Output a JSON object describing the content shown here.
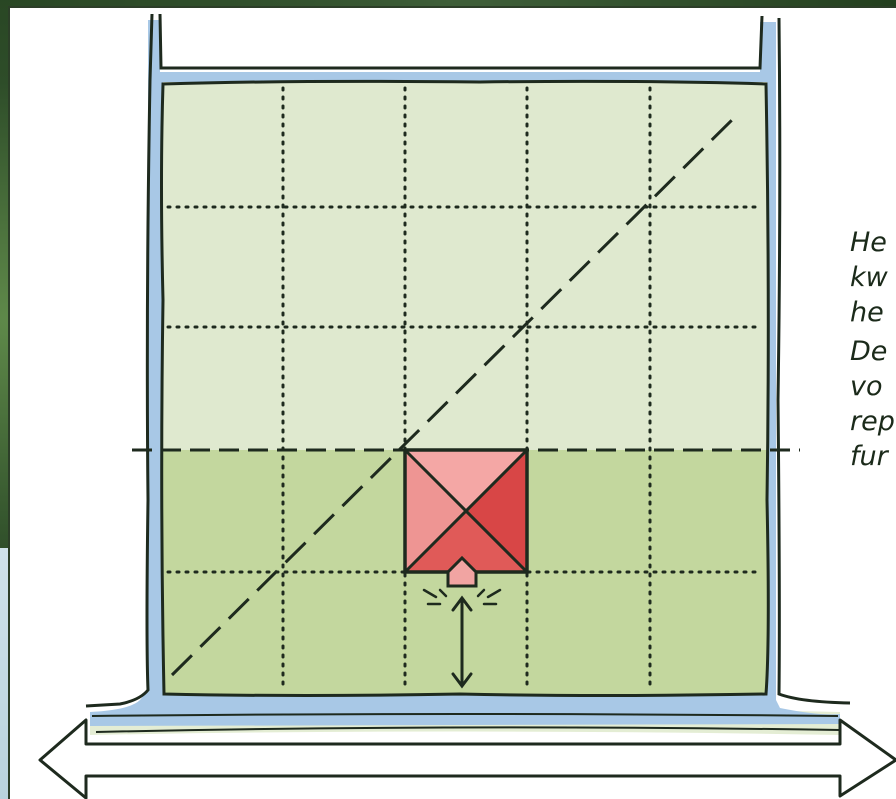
{
  "colors": {
    "ditch_water": "#a8c8e6",
    "field_back": "#dfe9cf",
    "field_front": "#c3d79e",
    "house_light": "#ef9a9a",
    "house_dark": "#d94a4a",
    "line": "#1e2a1e",
    "road": "#e4edd4"
  },
  "icons": {
    "house": "house-roof-icon",
    "door": "door-icon",
    "light_rays": "light-rays-icon",
    "double_arrow": "double-headed-arrow-icon"
  },
  "captions": {
    "first": [
      "He",
      "kw",
      "he"
    ],
    "second": [
      "De",
      "vo",
      "rep",
      "fur"
    ]
  }
}
